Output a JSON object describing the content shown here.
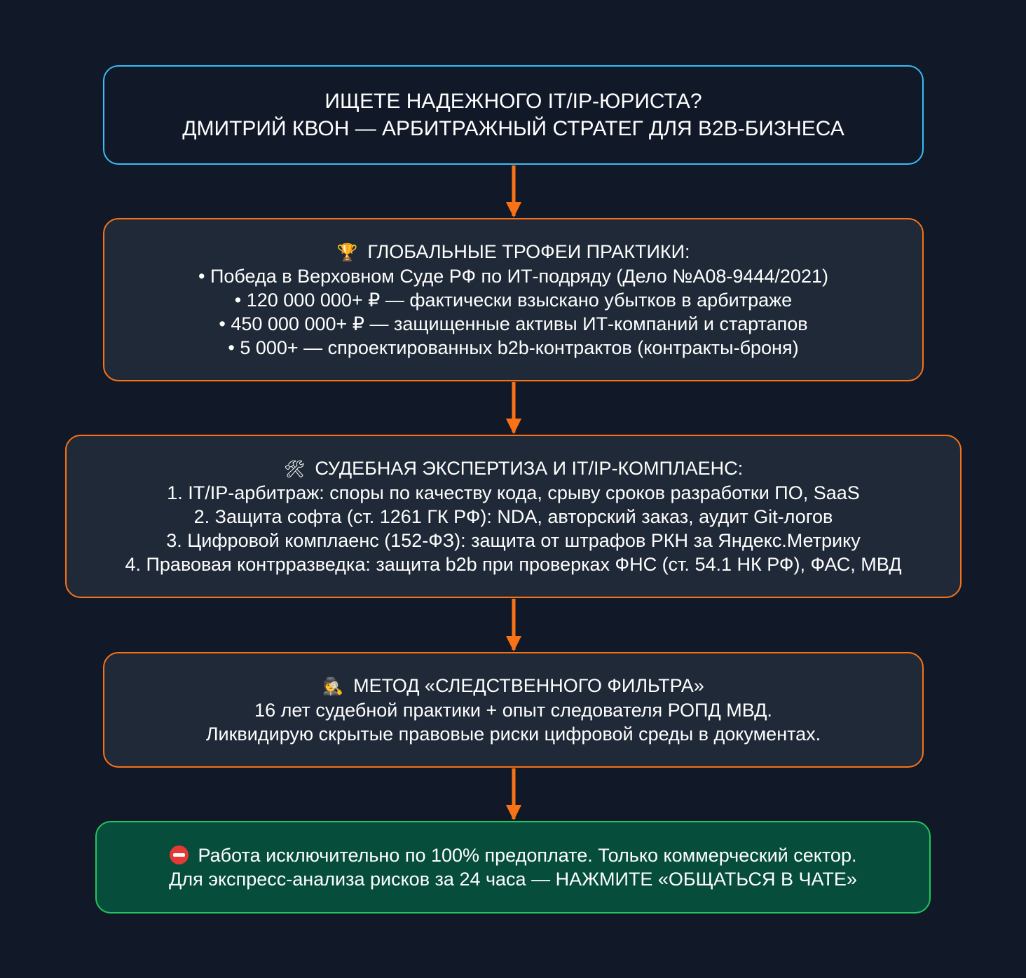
{
  "header": {
    "line1": "ИЩЕТЕ НАДЕЖНОГО IT/IP-ЮРИСТА?",
    "line2": "ДМИТРИЙ КВОН — АРБИТРАЖНЫЙ СТРАТЕГ ДЛЯ B2B-БИЗНЕСА"
  },
  "trophies": {
    "icon": "🏆",
    "title": "ГЛОБАЛЬНЫЕ ТРОФЕИ ПРАКТИКИ:",
    "items": [
      "• Победа в Верховном Суде РФ по ИТ-подряду (Дело №А08-9444/2021)",
      "• 120 000 000+ ₽ — фактически взыскано убытков в арбитраже",
      "• 450 000 000+ ₽ — защищенные активы ИТ-компаний и стартапов",
      "• 5 000+ — спроектированных b2b-контрактов (контракты-броня)"
    ]
  },
  "expertise": {
    "icon": "🛠",
    "title": "СУДЕБНАЯ ЭКСПЕРТИЗА И IT/IP-КОМПЛАЕНС:",
    "items": [
      "1. IT/IP-арбитраж: споры по качеству кода, срыву сроков разработки ПО, SaaS",
      "2. Защита софта (ст. 1261 ГК РФ): NDA, авторский заказ, аудит Git-логов",
      "3. Цифровой комплаенс (152-ФЗ): защита от штрафов РКН за Яндекс.Метрику",
      "4. Правовая контрразведка: защита b2b при проверках ФНС (ст. 54.1 НК РФ), ФАС, МВД"
    ]
  },
  "method": {
    "icon": "🕵",
    "title": "МЕТОД «СЛЕДСТВЕННОГО ФИЛЬТРА»",
    "items": [
      "16 лет судебной практики + опыт следователя РОПД МВД.",
      "Ликвидирую скрытые правовые риски цифровой среды в документах."
    ]
  },
  "cta": {
    "icon": "no-entry-icon",
    "line1": "Работа исключительно по 100% предоплате. Только коммерческий сектор.",
    "line2": "Для экспресс-анализа рисков за 24 часа — НАЖМИТЕ «ОБЩАТЬСЯ В ЧАТЕ»"
  },
  "colors": {
    "background": "#111827",
    "box_fill": "#1f2937",
    "header_border": "#38bdf8",
    "box_border": "#f97316",
    "arrow": "#f97316",
    "cta_fill": "#064e3b",
    "cta_border": "#22c55e"
  }
}
